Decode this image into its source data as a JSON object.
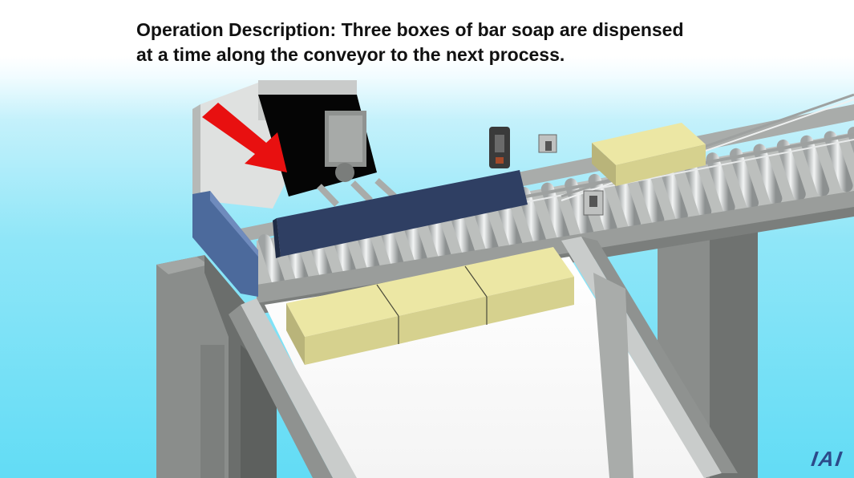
{
  "caption": {
    "line1": "Operation Description: Three boxes of bar soap are dispensed",
    "line2": "at a time along the conveyor to the next process."
  },
  "logo": {
    "text": "IAI"
  },
  "colors": {
    "arrow": "#e81010",
    "soap": "#ece7a4",
    "pusher_plate": "#2f3f63",
    "frame": "#7d807e",
    "roller": "#d9dcdc",
    "logo": "#2c4a8a"
  },
  "icons": {
    "direction_arrow": "direction-arrow-icon"
  }
}
